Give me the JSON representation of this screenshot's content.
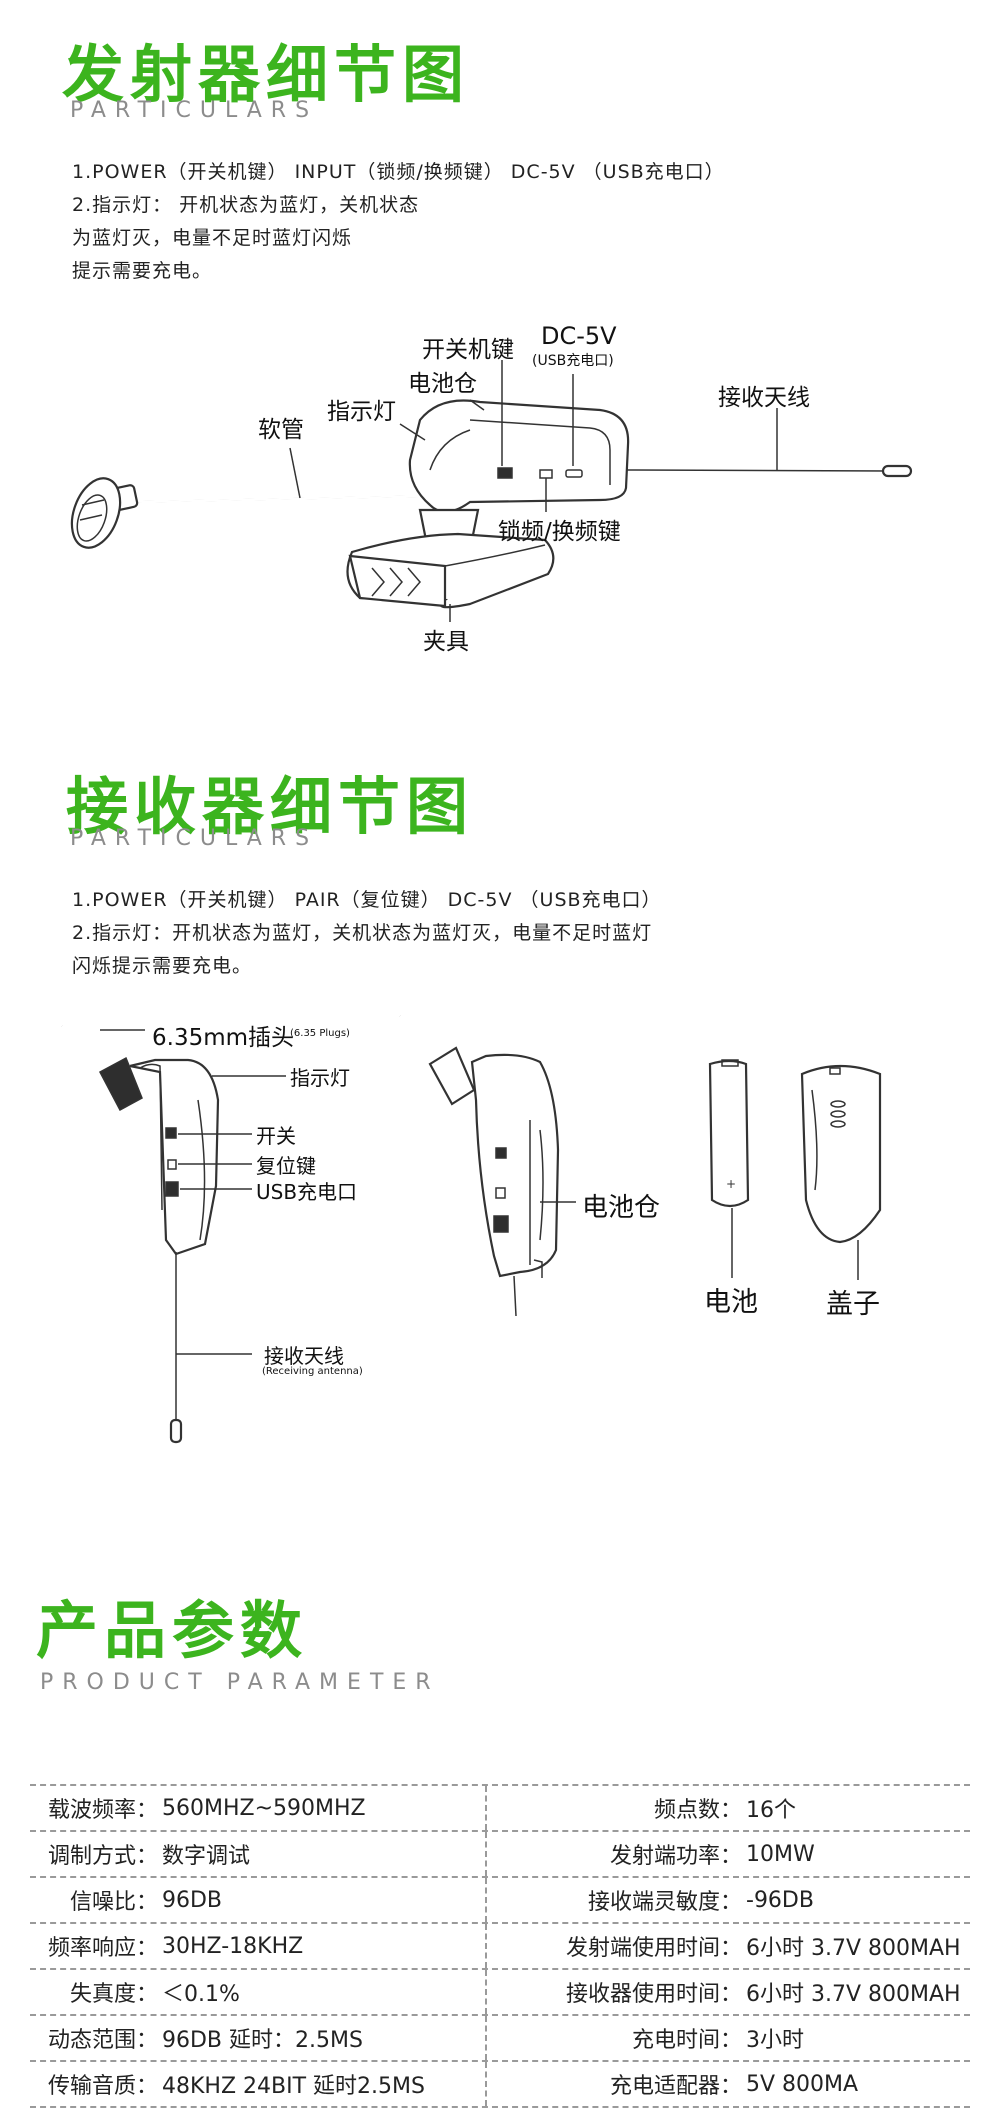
{
  "transmitter": {
    "title": "发射器细节图",
    "subtitle": "PARTICULARS",
    "desc": [
      "1.POWER（开关机键）    INPUT（锁频/换频键） DC-5V （USB充电口）",
      "2.指示灯：  开机状态为蓝灯，关机状态",
      "为蓝灯灭，电量不足时蓝灯闪烁",
      "提示需要充电。"
    ],
    "labels": {
      "power_key": "开关机键",
      "dc": "DC-5V",
      "dc_sub": "(USB充电口)",
      "battery": "电池仓",
      "indicator": "指示灯",
      "hose": "软管",
      "antenna": "接收天线",
      "lock_key": "锁频/换频键",
      "clip": "夹具"
    }
  },
  "receiver": {
    "title": "接收器细节图",
    "subtitle": "PARTICULARS",
    "desc": [
      "1.POWER（开关机键）    PAIR（复位键）  DC-5V （USB充电口）",
      "2.指示灯：开机状态为蓝灯，关机状态为蓝灯灭，电量不足时蓝灯",
      "闪烁提示需要充电。"
    ],
    "labels": {
      "plug": "6.35mm插头",
      "plug_sub": "(6.35 Plugs)",
      "indicator": "指示灯",
      "switch": "开关",
      "reset": "复位键",
      "usb": "USB充电口",
      "antenna": "接收天线",
      "antenna_sub": "(Receiving antenna)",
      "battery_bay": "电池仓",
      "battery": "电池",
      "cover": "盖子"
    }
  },
  "params": {
    "title": "产品参数",
    "subtitle": "PRODUCT  PARAMETER",
    "rows": [
      {
        "lk": "载波频率：",
        "lv": "560MHZ~590MHZ",
        "rk": "频点数：",
        "rv": "16个"
      },
      {
        "lk": "调制方式：",
        "lv": "数字调试",
        "rk": "发射端功率：",
        "rv": "10MW"
      },
      {
        "lk": "信噪比：",
        "lv": "96DB",
        "rk": "接收端灵敏度：",
        "rv": "-96DB"
      },
      {
        "lk": "频率响应：",
        "lv": "30HZ-18KHZ",
        "rk": "发射端使用时间：",
        "rv": "6小时  3.7V  800MAH"
      },
      {
        "lk": "失真度：",
        "lv": "＜0.1%",
        "rk": "接收器使用时间：",
        "rv": "6小时  3.7V  800MAH"
      },
      {
        "lk": "动态范围：",
        "lv": "96DB  延时：2.5MS",
        "rk": "充电时间：",
        "rv": "3小时"
      },
      {
        "lk": "传输音质：",
        "lv": "48KHZ 24BIT 延时2.5MS",
        "rk": "充电适配器：",
        "rv": "5V  800MA"
      }
    ]
  }
}
